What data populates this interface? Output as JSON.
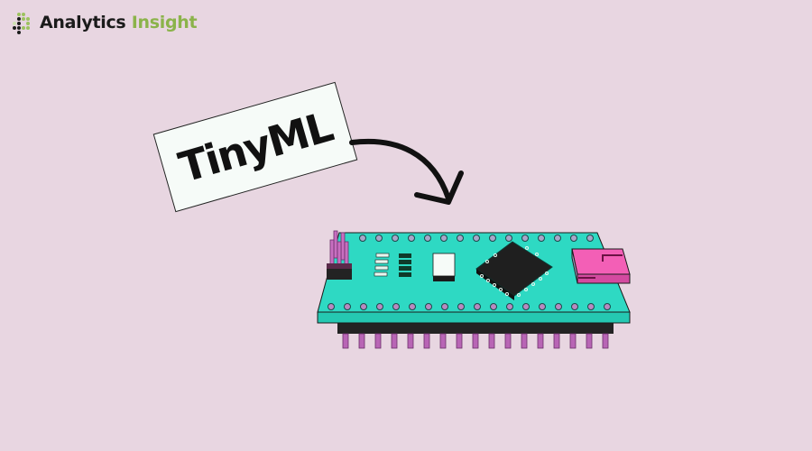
{
  "brand": {
    "name_part1": "Analytics",
    "name_part2": "Insight",
    "colors": {
      "dark": "#1b1b1b",
      "green": "#8bb34a"
    }
  },
  "illustration": {
    "label": "TinyML",
    "subject": "microcontroller-board",
    "colors": {
      "background": "#e8d6e1",
      "board": "#2ed9c3",
      "board_edge": "#25b7a6",
      "chip": "#1f1f1f",
      "usb_connector": "#f35fb6",
      "pins": "#b865b5",
      "header": "#232323",
      "card": "#f6fbf8"
    },
    "pin_count_top": 17,
    "pin_count_bottom": 18
  }
}
